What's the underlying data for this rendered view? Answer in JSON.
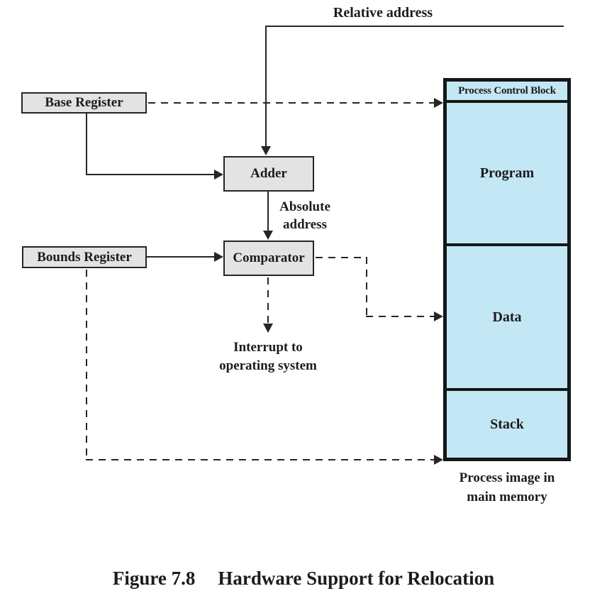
{
  "diagram": {
    "labels": {
      "relative_address": "Relative address",
      "absolute_address_line1": "Absolute",
      "absolute_address_line2": "address",
      "interrupt_line1": "Interrupt to",
      "interrupt_line2": "operating system",
      "process_image_line1": "Process image in",
      "process_image_line2": "main memory"
    },
    "boxes": {
      "base_register": "Base Register",
      "adder": "Adder",
      "comparator": "Comparator",
      "bounds_register": "Bounds Register"
    },
    "memory": {
      "pcb_label": "Process Control Block",
      "program": "Program",
      "data": "Data",
      "stack": "Stack"
    },
    "caption": {
      "number": "Figure 7.8",
      "title": "Hardware Support for Relocation"
    },
    "colors": {
      "line": "#262626",
      "box_fill": "#e3e3e3",
      "memory_fill": "#c4e7f6",
      "text": "#1c1c1c"
    }
  }
}
